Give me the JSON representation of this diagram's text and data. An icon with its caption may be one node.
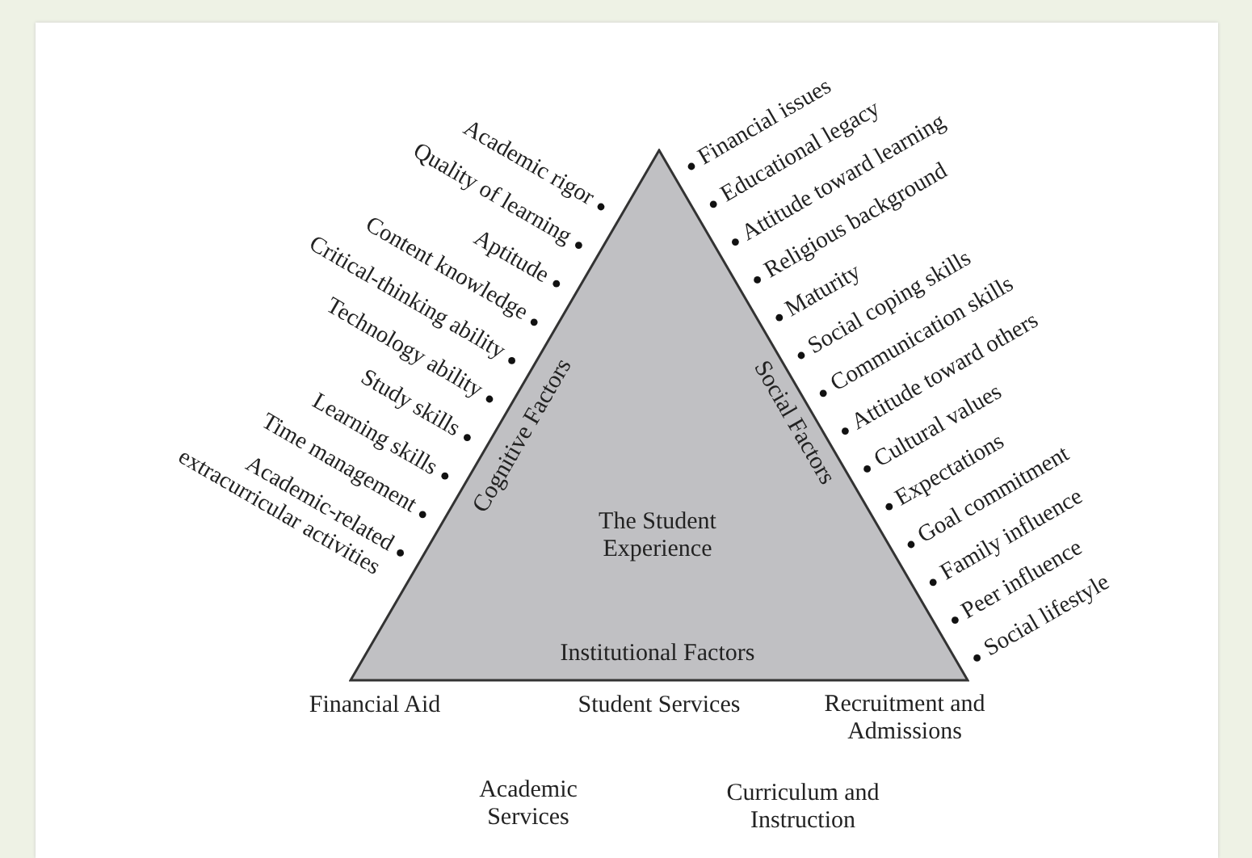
{
  "diagram": {
    "nodes": [
      {
        "text": [
          "Cognitive Factors",
          "Social Factors",
          "The Student Experience",
          "Institutional Factors"
        ]
      }
    ],
    "labels": [
      "Academic rigor",
      "Quality of learning",
      "Aptitude",
      "Content knowledge",
      "Critical-thinking ability",
      "Technology ability",
      "Study skills",
      "Learning skills",
      "Time management",
      "Academic-related extracurricular activities",
      "Financial issues",
      "Educational legacy",
      "Attitude toward learning",
      "Religious background",
      "Maturity",
      "Social coping skills",
      "Communication skills",
      "Attitude toward others",
      "Cultural values",
      "Expectations",
      "Goal commitment",
      "Family influence",
      "Peer influence",
      "Social lifestyle",
      "Financial Aid",
      "Student Services",
      "Recruitment and Admissions",
      "Academic Services",
      "Curriculum and Instruction"
    ]
  }
}
